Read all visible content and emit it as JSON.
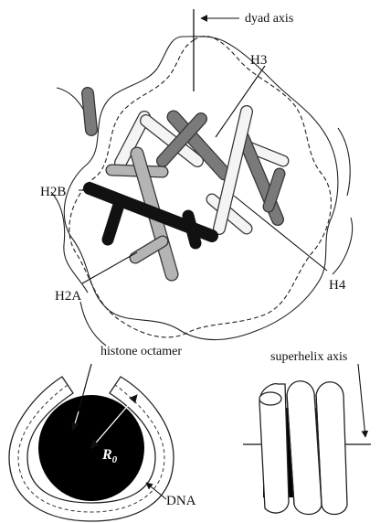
{
  "labels": {
    "dyad_axis": "dyad axis",
    "h3": "H3",
    "h2b": "H2B",
    "h4": "H4",
    "h2a": "H2A",
    "histone_octamer": "histone octamer",
    "r0_main": "R",
    "r0_sub": "0",
    "dna": "DNA",
    "superhelix_axis": "superhelix axis"
  },
  "colors": {
    "h3_rods": "#7a7a7a",
    "h4_rods": "#f4f4f4",
    "h2a_rods": "#b4b4b4",
    "h2b_rods": "#111111",
    "octamer": "#000000",
    "dna_tube": "#ffffff"
  }
}
